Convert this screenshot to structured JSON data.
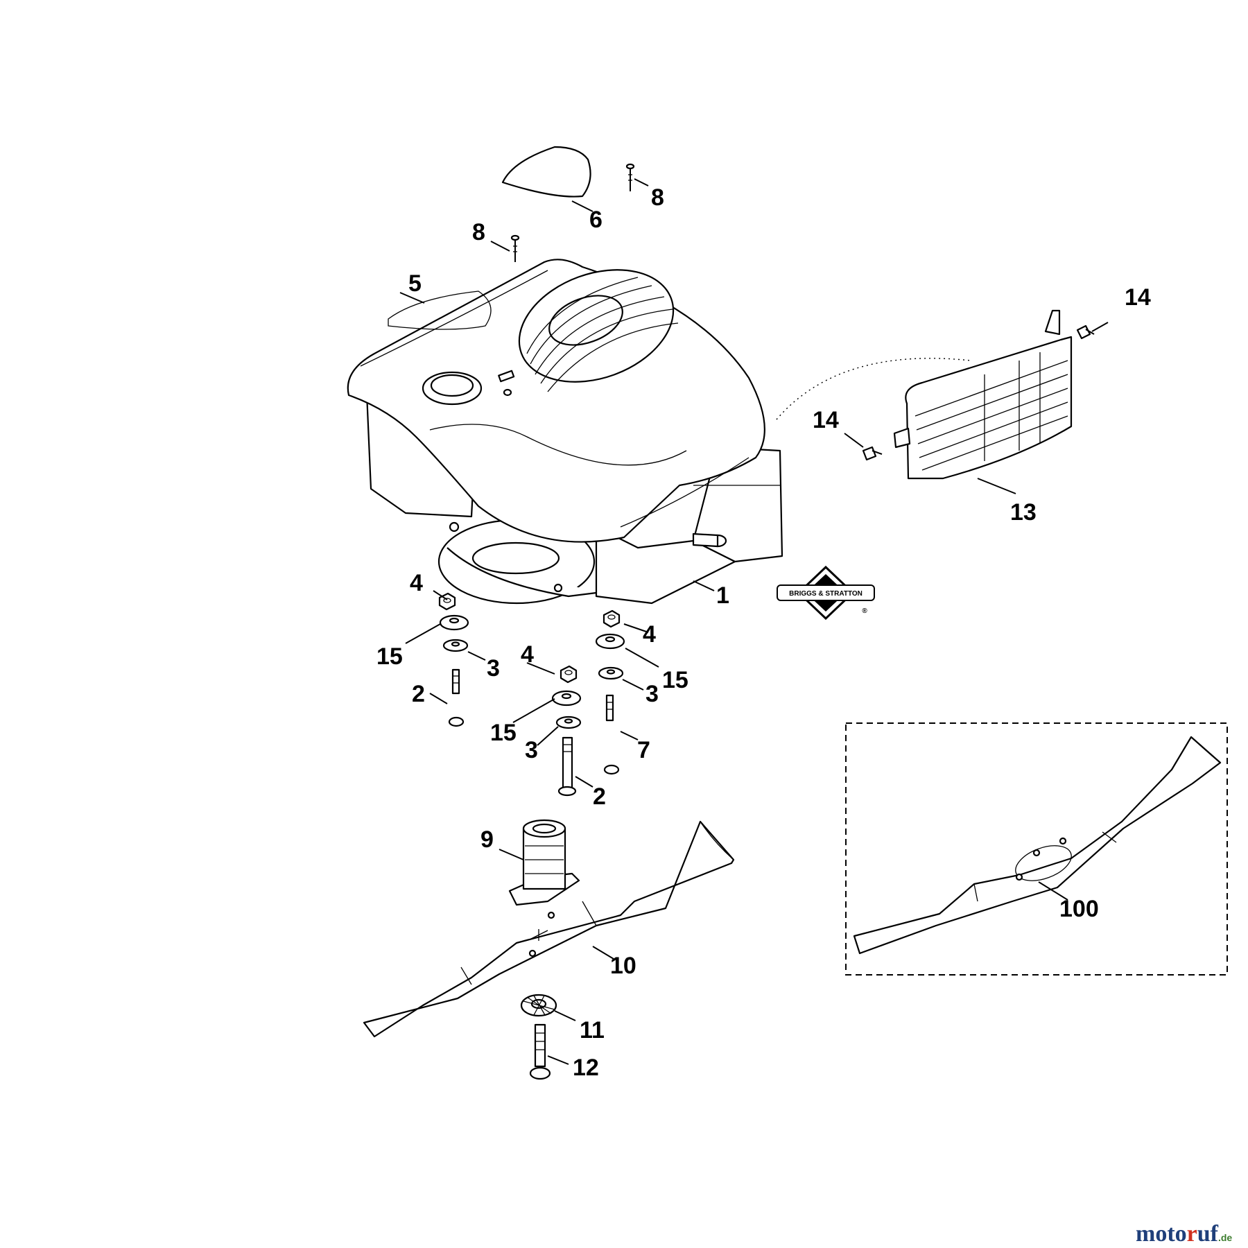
{
  "diagram": {
    "callouts": {
      "c1": "1",
      "c2a": "2",
      "c2b": "2",
      "c3a": "3",
      "c3b": "3",
      "c3c": "3",
      "c4a": "4",
      "c4b": "4",
      "c4c": "4",
      "c5": "5",
      "c6": "6",
      "c7": "7",
      "c8a": "8",
      "c8b": "8",
      "c9": "9",
      "c10": "10",
      "c11": "11",
      "c12": "12",
      "c13": "13",
      "c14a": "14",
      "c14b": "14",
      "c15a": "15",
      "c15b": "15",
      "c15c": "15",
      "c100": "100"
    },
    "brand_logo_text": "BRIGGS & STRATTON",
    "brand_logo_mark": "®"
  },
  "watermark": {
    "main": "motoruf",
    "suffix": ".de",
    "color_dark": "#1f3f7a",
    "color_accent": "#d0301f",
    "color_suffix": "#3d7d2e"
  }
}
